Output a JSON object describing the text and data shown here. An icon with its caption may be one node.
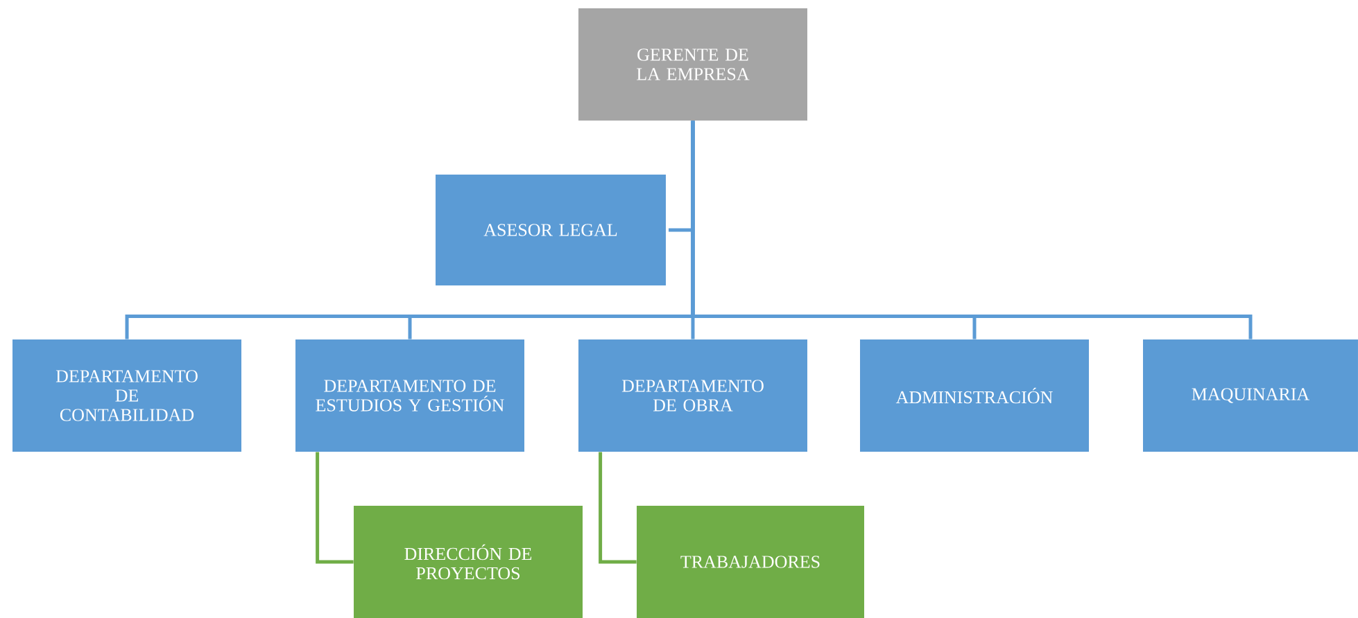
{
  "diagram": {
    "nodes": [
      {
        "text": [
          "GERENTE DE LA EMPRESA"
        ]
      },
      {
        "text": [
          "ASESOR LEGAL"
        ]
      },
      {
        "text": [
          "DEPARTAMENTO DE CONTABILIDAD"
        ]
      },
      {
        "text": [
          "DEPARTAMENTO DE ESTUDIOS Y GESTIÓN"
        ]
      },
      {
        "text": [
          "DEPARTAMENTO DE OBRA"
        ]
      },
      {
        "text": [
          "ADMINISTRACIÓN"
        ]
      },
      {
        "text": [
          "MAQUINARIA"
        ]
      },
      {
        "text": [
          "DIRECCIÓN DE PROYECTOS"
        ]
      },
      {
        "text": [
          "TRABAJADORES"
        ]
      }
    ],
    "edges": [
      {
        "from": 0,
        "to": 1,
        "arrow": "none"
      },
      {
        "from": 0,
        "to": 2,
        "arrow": "none"
      },
      {
        "from": 0,
        "to": 3,
        "arrow": "none"
      },
      {
        "from": 0,
        "to": 4,
        "arrow": "none"
      },
      {
        "from": 0,
        "to": 5,
        "arrow": "none"
      },
      {
        "from": 0,
        "to": 6,
        "arrow": "none"
      },
      {
        "from": 3,
        "to": 7,
        "arrow": "none",
        "color": "#70ad47"
      },
      {
        "from": 4,
        "to": 8,
        "arrow": "none",
        "color": "#70ad47"
      }
    ]
  }
}
